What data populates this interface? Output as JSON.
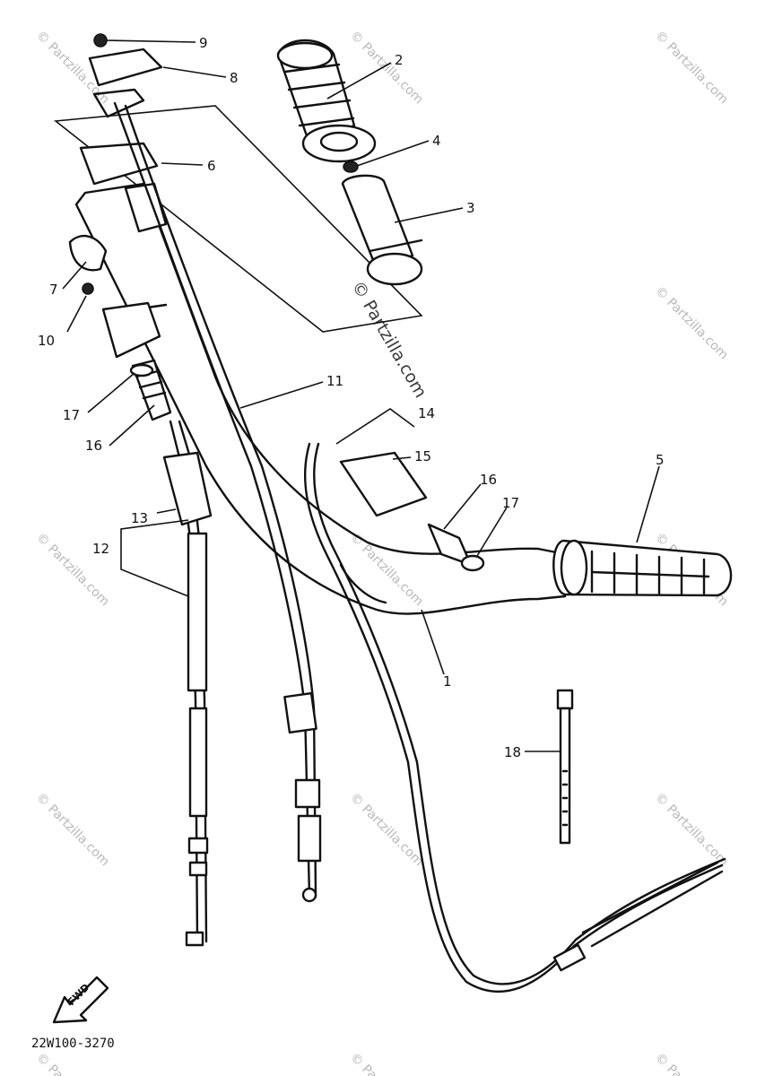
{
  "diagram": {
    "part_callouts": [
      "9",
      "8",
      "2",
      "4",
      "6",
      "3",
      "7",
      "10",
      "11",
      "17",
      "16",
      "14",
      "15",
      "16",
      "17",
      "5",
      "13",
      "12",
      "1",
      "18"
    ],
    "drawing_code": "22W100-3270",
    "fwd_label": "FWD",
    "watermark_text": "© Partzilla.com"
  }
}
